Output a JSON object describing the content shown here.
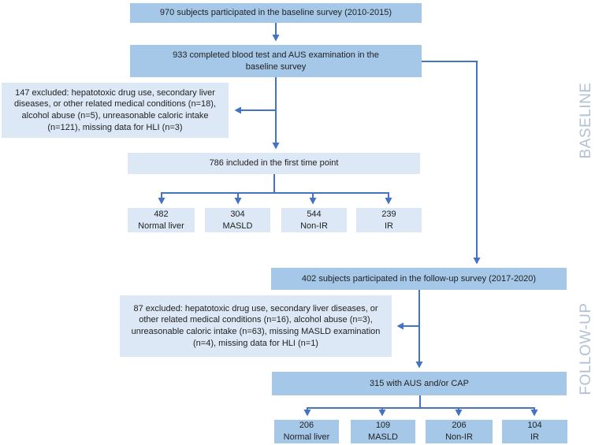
{
  "colors": {
    "box_dark_fill": "#a6c8e8",
    "box_light_fill": "#dce8f5",
    "arrow": "#4472c4",
    "side_label": "#b2c1d5",
    "text": "#222222"
  },
  "side_labels": {
    "baseline": "BASELINE",
    "followup": "FOLLOW-UP"
  },
  "baseline": {
    "survey": "970 subjects participated in the baseline survey (2010-2015)",
    "completed": "933 completed blood test and AUS examination in the baseline survey",
    "excluded": "147 excluded: hepatotoxic drug use, secondary liver diseases, or other related medical conditions (n=18), alcohol abuse (n=5), unreasonable caloric intake (n=121), missing data for HLI (n=3)",
    "included": "786 included in the first time point",
    "groups": [
      {
        "count": "482",
        "label": "Normal liver"
      },
      {
        "count": "304",
        "label": "MASLD"
      },
      {
        "count": "544",
        "label": "Non-IR"
      },
      {
        "count": "239",
        "label": "IR"
      }
    ]
  },
  "followup": {
    "survey": "402 subjects participated in the follow-up survey (2017-2020)",
    "excluded": "87 excluded: hepatotoxic drug use, secondary liver diseases, or other related medical conditions (n=16), alcohol abuse (n=3), unreasonable caloric intake (n=63), missing MASLD examination (n=4), missing data for HLI (n=1)",
    "included": "315 with AUS and/or CAP",
    "groups": [
      {
        "count": "206",
        "label": "Normal liver"
      },
      {
        "count": "109",
        "label": "MASLD"
      },
      {
        "count": "206",
        "label": "Non-IR"
      },
      {
        "count": "104",
        "label": "IR"
      }
    ]
  }
}
